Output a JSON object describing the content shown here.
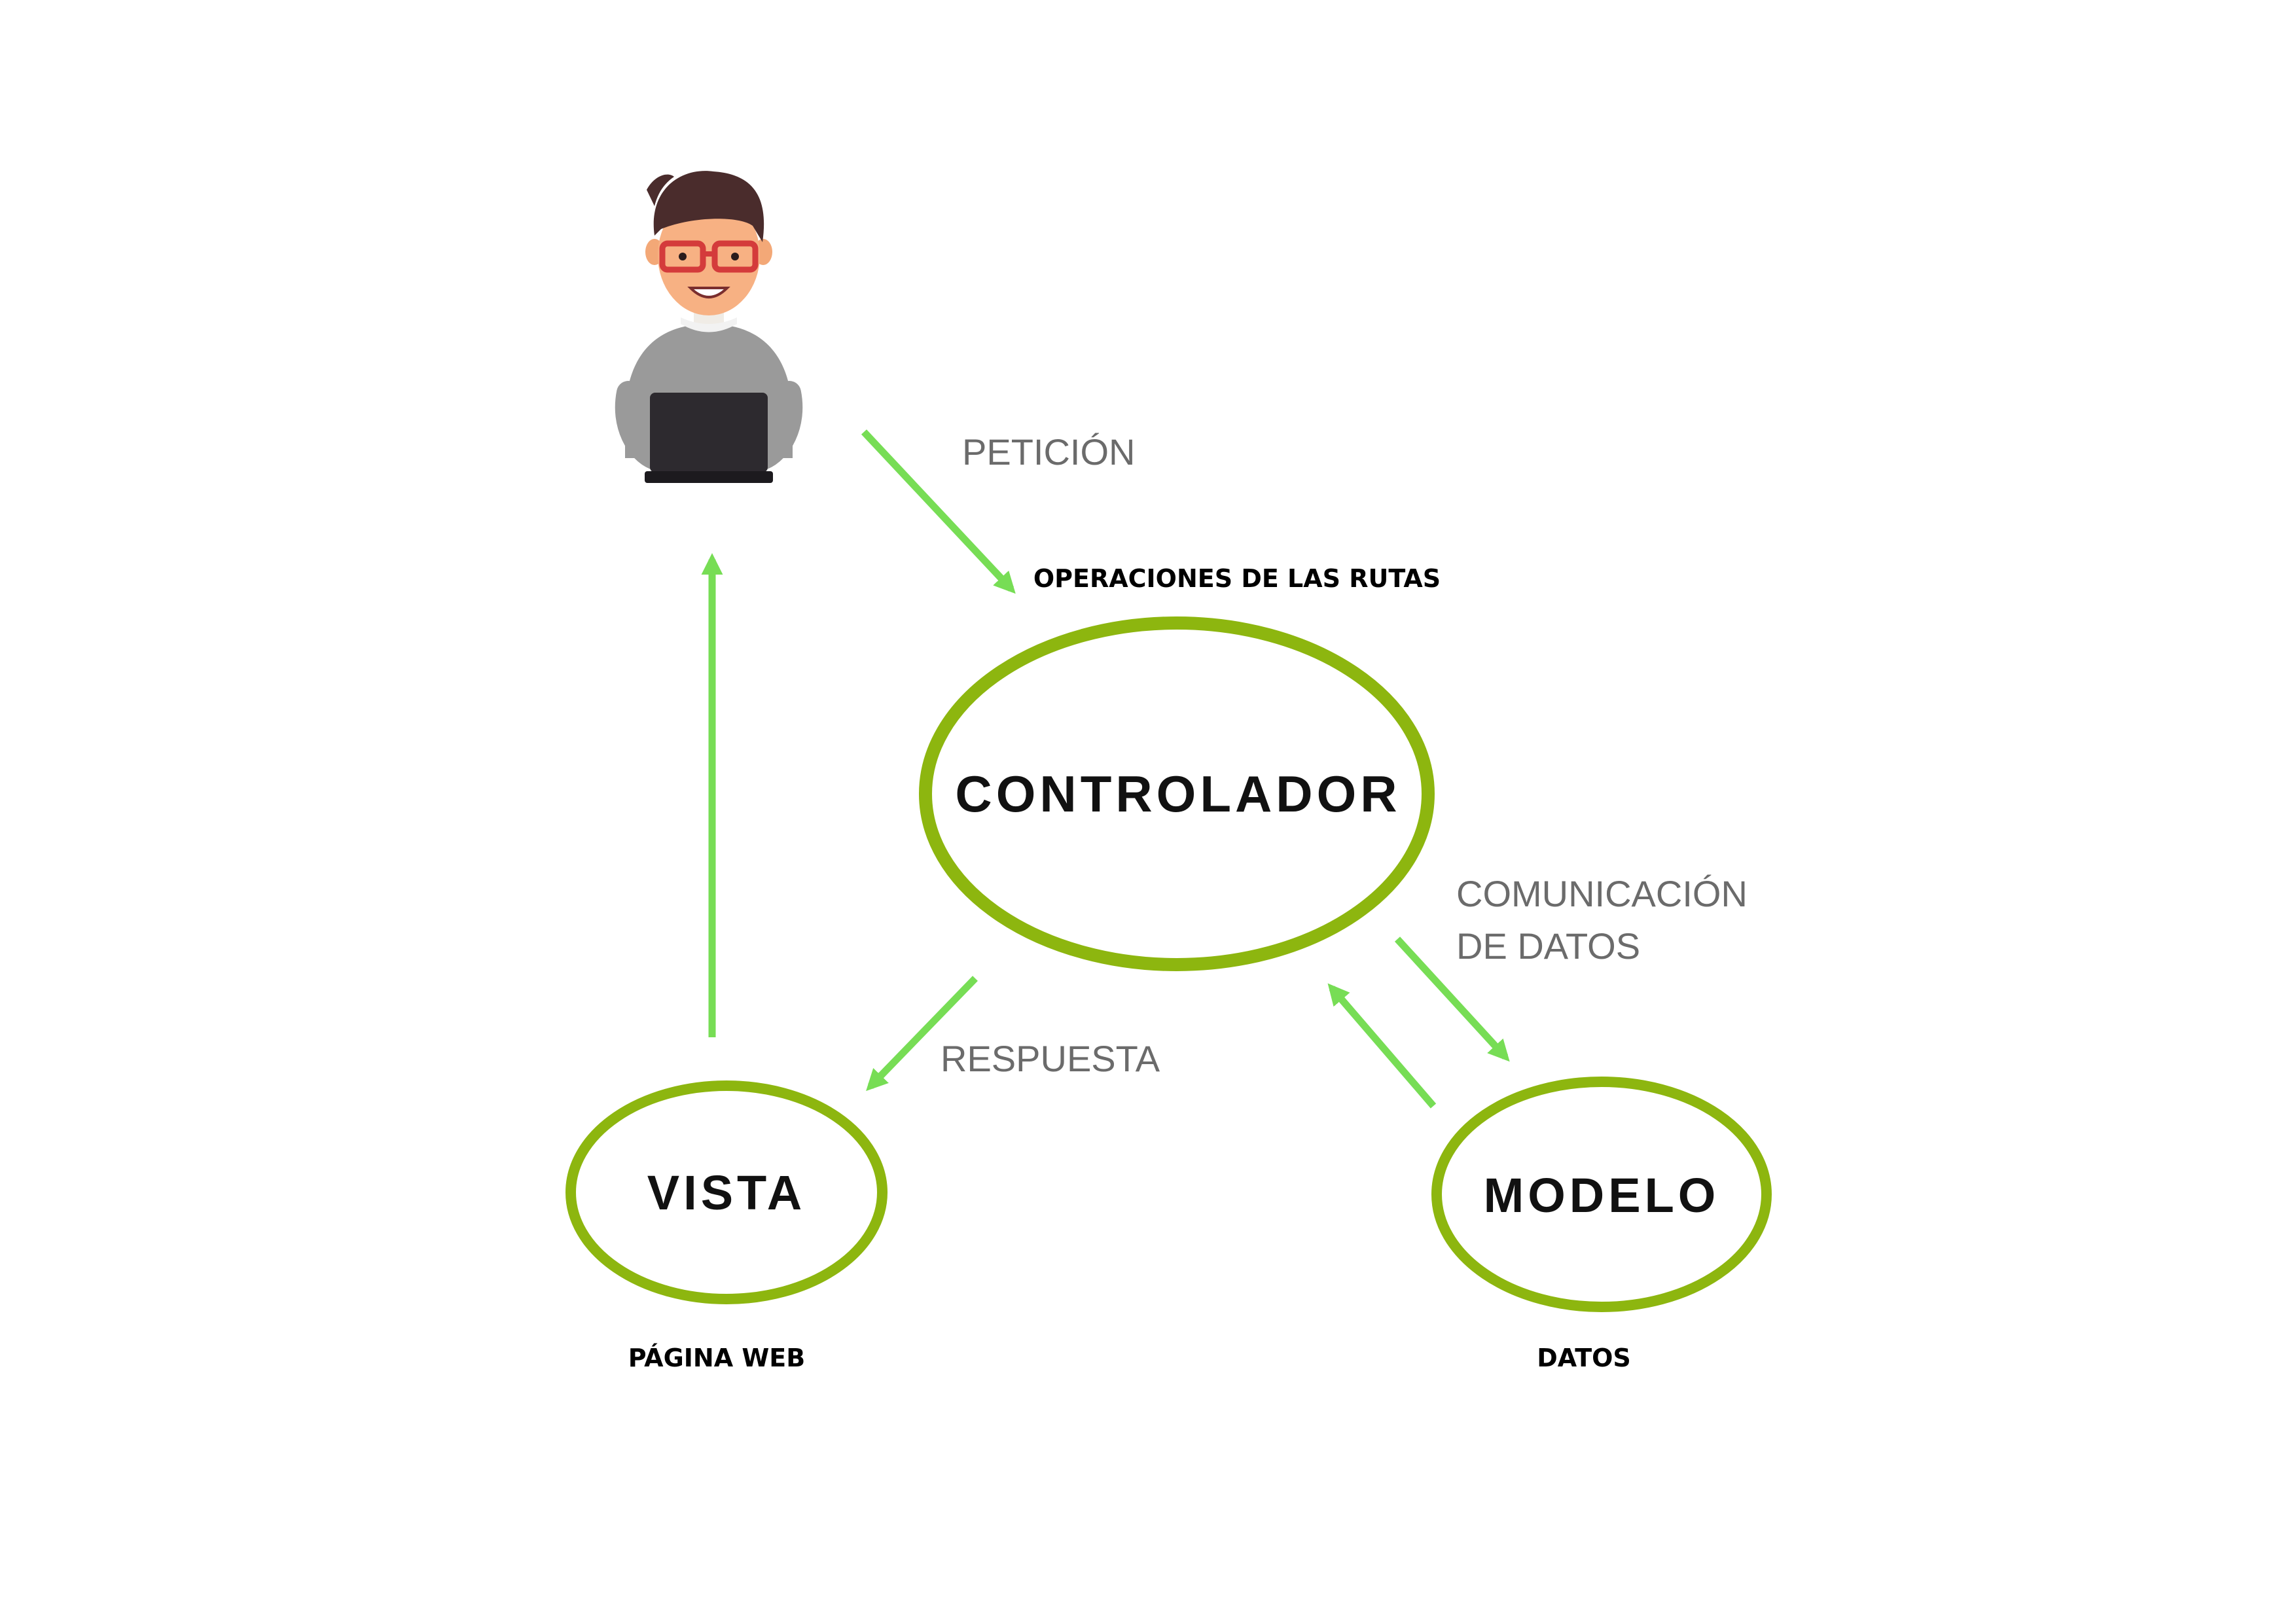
{
  "diagram": {
    "nodes": {
      "controller": {
        "label": "CONTROLADOR",
        "caption": "OPERACIONES DE LAS RUTAS"
      },
      "view": {
        "label": "VISTA",
        "caption": "PÁGINA WEB"
      },
      "model": {
        "label": "MODELO",
        "caption": "DATOS"
      }
    },
    "edges": {
      "request": {
        "label": "PETICIÓN"
      },
      "response": {
        "label": "RESPUESTA"
      },
      "data_exchange": {
        "label_line1": "COMUNICACIÓN",
        "label_line2": "DE DATOS"
      }
    },
    "actor": {
      "icon": "user-with-laptop-icon"
    },
    "colors": {
      "ellipse_stroke": "#8db60f",
      "arrow": "#77dd55",
      "node_text": "#111111",
      "arrow_text": "#6b6b6b",
      "caption_text": "#000000"
    }
  }
}
